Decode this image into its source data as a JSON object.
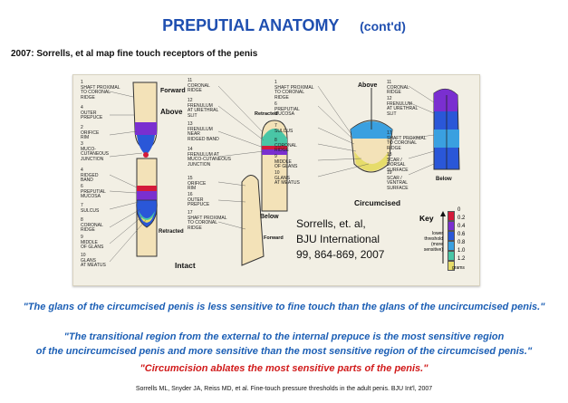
{
  "slide": {
    "title": "PREPUTIAL ANATOMY",
    "title_suffix": "(cont'd)",
    "subtitle": "2007: Sorrells, et al map fine touch receptors of the penis",
    "quote1": "\"The glans of the circumcised penis is less sensitive to fine touch than the glans of the uncircumcised penis.\"",
    "quote2": "\"The transitional region from the external to the internal prepuce is the most sensitive region\nof the uncircumcised penis and more sensitive than the most sensitive region of the circumcised penis.\"",
    "quote3": "\"Circumcision ablates the most sensitive parts of the penis.\"",
    "footer": "Sorrells ML, Snyder JA, Reiss MD, et al. Fine-touch pressure thresholds in the adult penis. BJU Int'l, 2007"
  },
  "figure": {
    "intact_label": "Intact",
    "circumcised_label": "Circumcised",
    "forward": "Forward",
    "above": "Above",
    "retracted": "Retracted",
    "below": "Below",
    "citation": "Sorrells, et. al,\nBJU International\n99, 864-869, 2007",
    "left_labels": [
      "1\nSHAFT PROXIMAL\nTO CORONAL\nRIDGE",
      "4\nOUTER\nPREPUCE",
      "2\nORIFICE\nRIM",
      "3\nMUCO-\nCUTANEOUS\nJUNCTION",
      "4\nRIDGED\nBAND",
      "6\nPREPUTIAL\nMUCOSA",
      "7\nSULCUS",
      "8\nCORONAL\nRIDGE",
      "9\nMIDDLE\nOF GLANS",
      "10\nGLANS\nAT MEATUS"
    ],
    "middle_labels": [
      "11\nCORONAL\nRIDGE",
      "12\nFRENULUM\nAT URETHRAL\nSLIT",
      "13\nFRENULUM\nNEAR\nRIDGED BAND",
      "14\nFRENULUM AT\nMUCO-CUTANEOUS\nJUNCTION",
      "15\nORIFICE\nRIM",
      "16\nOUTER\nPREPUCE",
      "17\nSHAFT PROXIMAL\nTO CORONAL\nRIDGE"
    ],
    "circ_left_labels": [
      "1\nSHAFT PROXIMAL\nTO CORONAL\nRIDGE",
      "6\nPREPUTIAL\nMUCOSA",
      "7\nSULCUS",
      "8\nCORONAL\nRIDGE",
      "9\nMIDDLE\nOF GLANS",
      "10\nGLANS\nAT MEATUS"
    ],
    "circ_right_labels": [
      "11\nCORONAL\nRIDGE",
      "12\nFRENULUM\nAT URETHRAL\nSLIT",
      "17\nSHAFT PROXIMAL\nTO CORONAL\nRIDGE",
      "18\nSCAR /\nDORSAL\nSURFACE",
      "19\nSCAR /\nVENTRAL\nSURFACE"
    ],
    "key": {
      "title": "Key",
      "note": "lower\nthreshold\n(more\nsensitive)",
      "unit": "grams",
      "values": [
        "0",
        "0.2",
        "0.4",
        "0.6",
        "0.8",
        "1.0",
        "1.2"
      ],
      "colors": [
        "#d41a3a",
        "#7a2fd0",
        "#2a57d8",
        "#3aa0e0",
        "#49c6a6",
        "#e6dc6a"
      ]
    }
  }
}
